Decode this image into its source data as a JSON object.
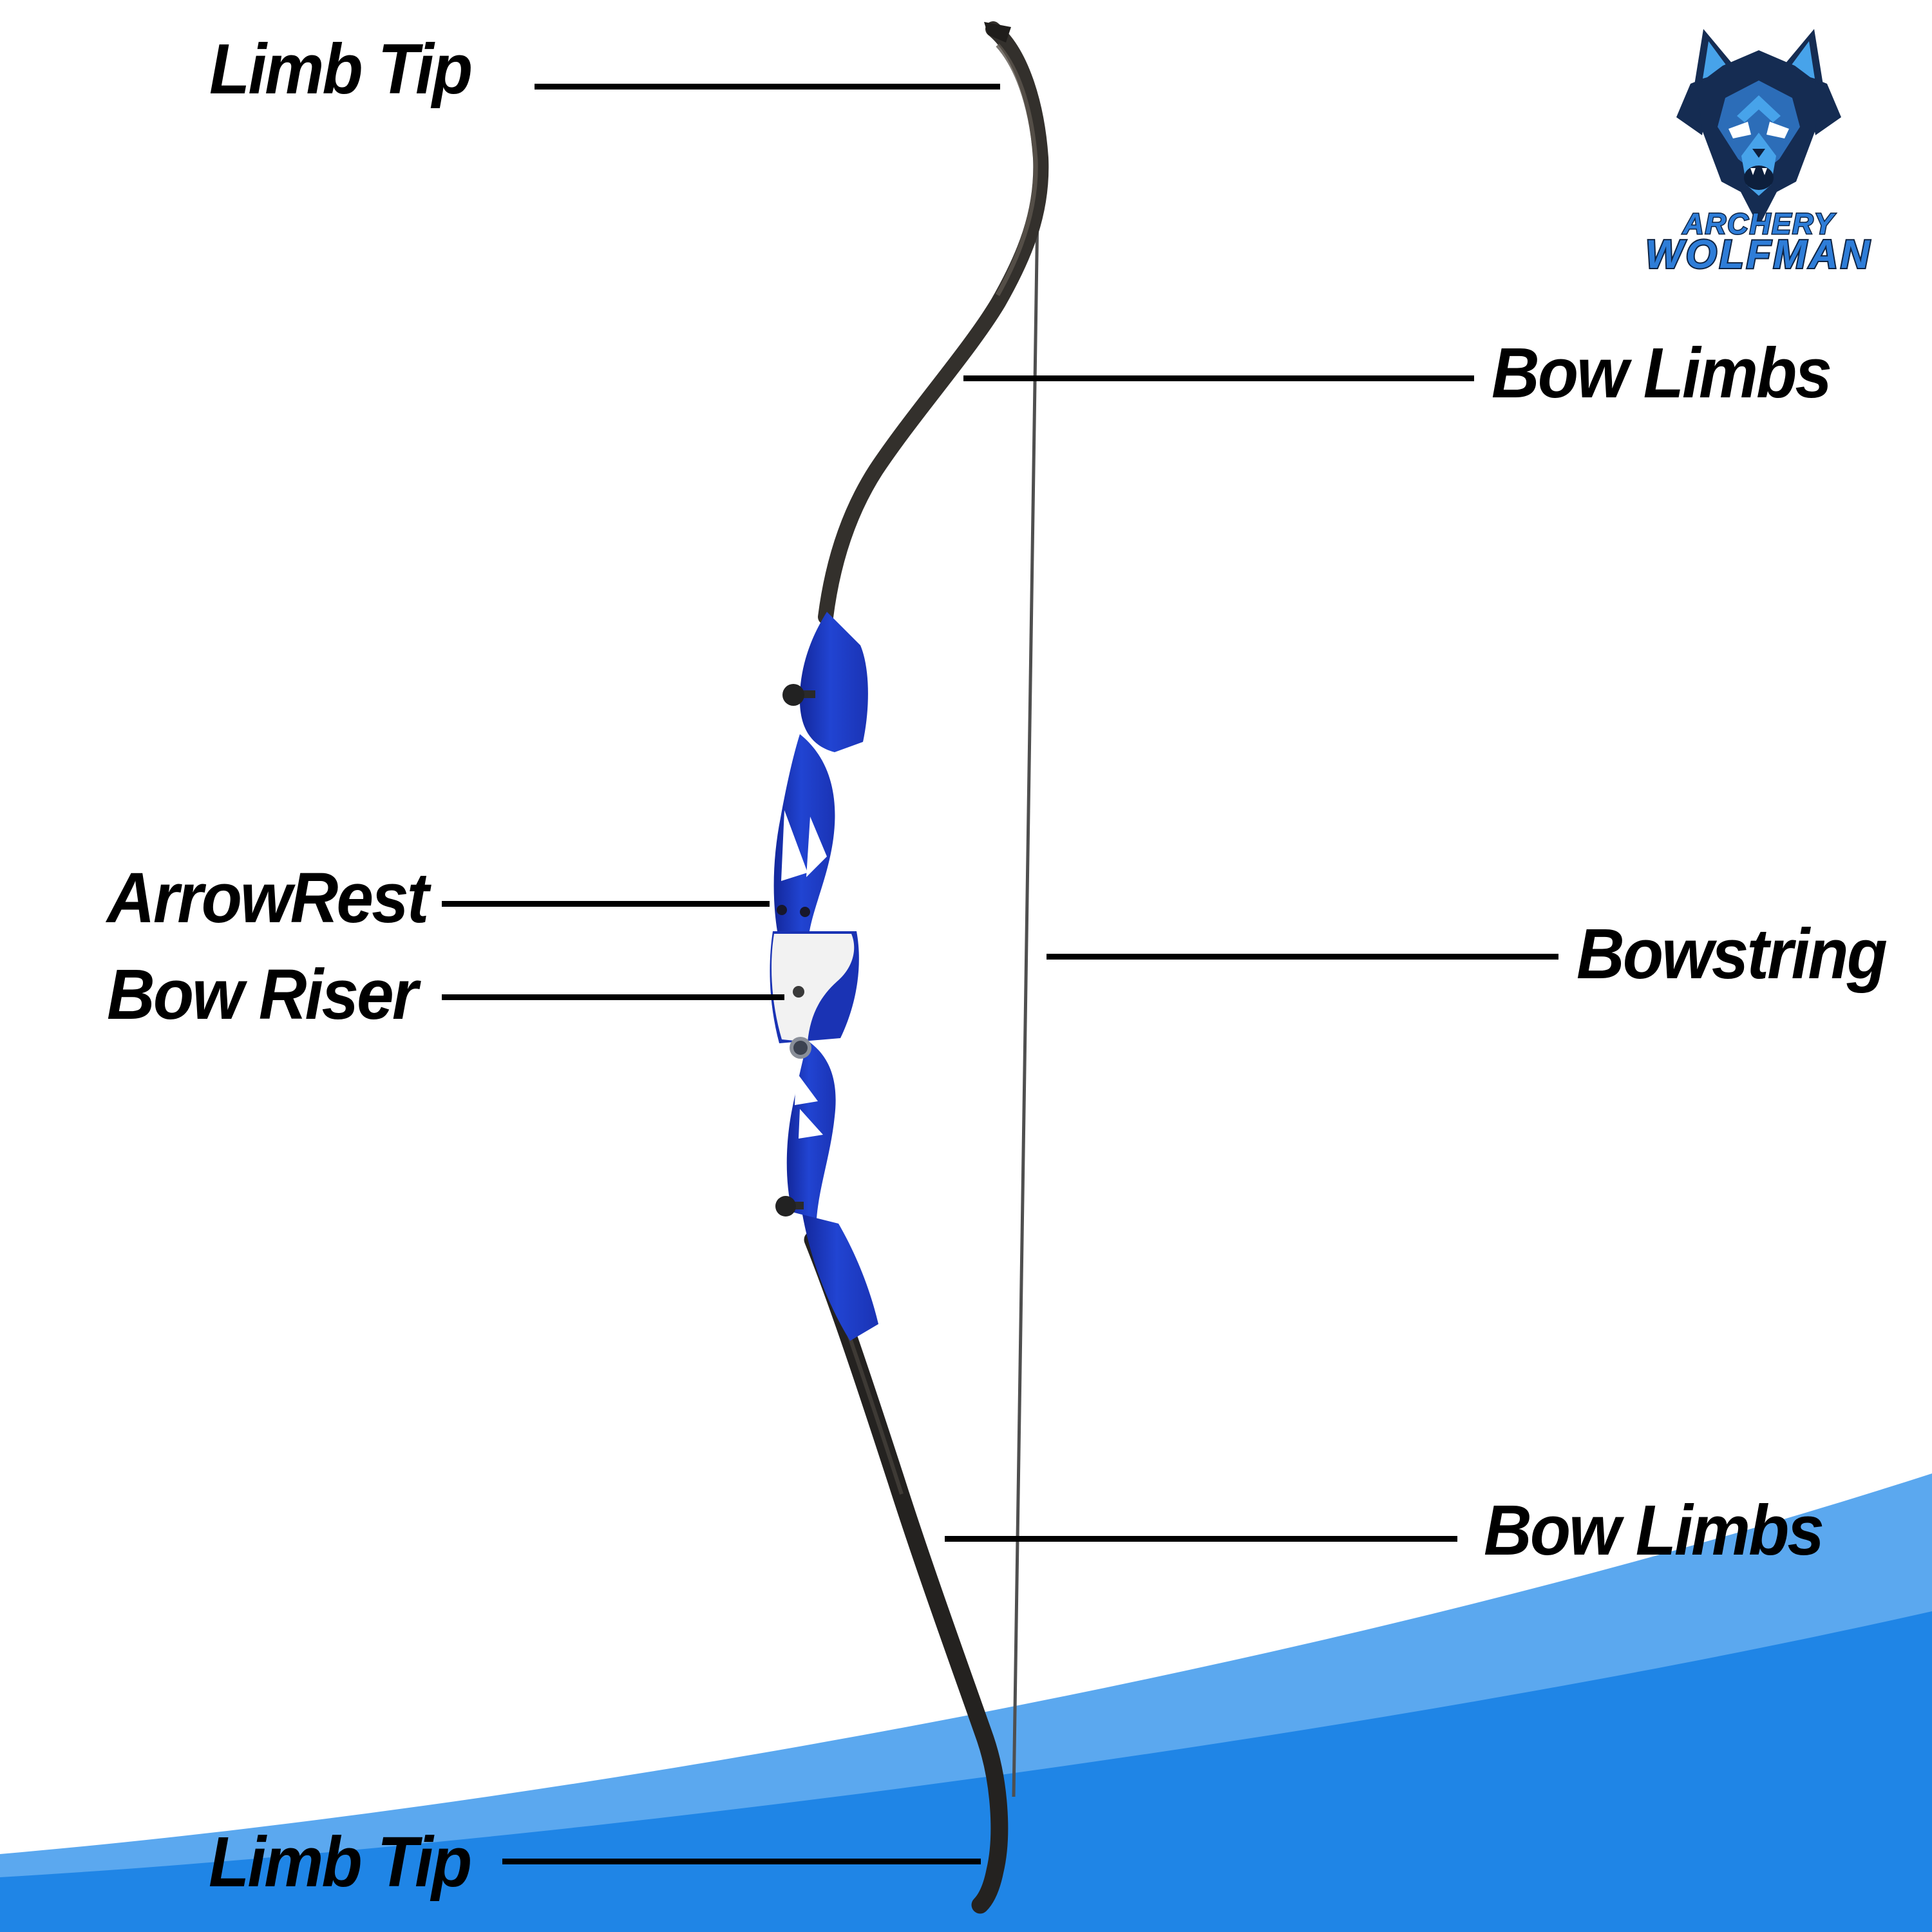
{
  "page": {
    "background": "#ffffff",
    "description": "Recurve bow parts diagram"
  },
  "colors": {
    "label_text": "#000000",
    "leader_line": "#000000",
    "wave_light_blue": "#5ba8ef",
    "wave_dark_blue": "#1f85e6",
    "riser_blue": "#2144d2",
    "riser_blue_dark": "#13279b",
    "limb_dark": "#33302c",
    "limb_darker": "#242220",
    "string_gray": "#4f4f4f",
    "grip_white": "#f2f2f2",
    "logo_navy": "#152c52",
    "logo_mid_blue": "#2c6db8",
    "logo_light_blue": "#47a3ea",
    "logo_text_blue": "#2e7dd8"
  },
  "diagram": {
    "labels": [
      {
        "id": "limb-tip-top",
        "text": "Limb Tip"
      },
      {
        "id": "bow-limbs-upper",
        "text": "Bow Limbs"
      },
      {
        "id": "arrow-rest",
        "text": "ArrowRest"
      },
      {
        "id": "bow-riser",
        "text": "Bow Riser"
      },
      {
        "id": "bowstring",
        "text": "Bowstring"
      },
      {
        "id": "bow-limbs-lower",
        "text": "Bow Limbs"
      },
      {
        "id": "limb-tip-bottom",
        "text": "Limb Tip"
      }
    ],
    "parts_shown": [
      "Limb Tip",
      "Bow Limbs",
      "ArrowRest",
      "Bow Riser",
      "Bowstring"
    ]
  },
  "logo": {
    "icon": "wolf-head-icon",
    "line1": "ARCHERY",
    "line2": "WOLFMAN"
  }
}
